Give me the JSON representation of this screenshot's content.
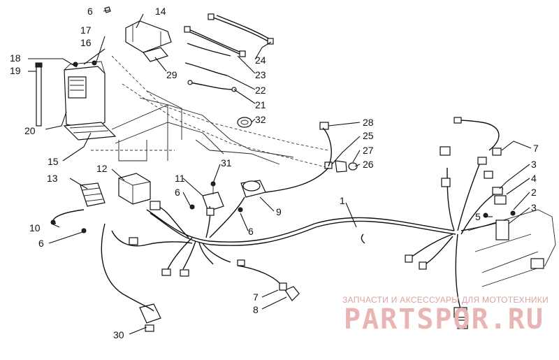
{
  "callouts": [
    {
      "id": "c6a",
      "text": "6"
    },
    {
      "id": "c14",
      "text": "14"
    },
    {
      "id": "c17",
      "text": "17"
    },
    {
      "id": "c16",
      "text": "16"
    },
    {
      "id": "c18",
      "text": "18"
    },
    {
      "id": "c19",
      "text": "19"
    },
    {
      "id": "c20",
      "text": "20"
    },
    {
      "id": "c15",
      "text": "15"
    },
    {
      "id": "c29",
      "text": "29"
    },
    {
      "id": "c24",
      "text": "24"
    },
    {
      "id": "c23",
      "text": "23"
    },
    {
      "id": "c22",
      "text": "22"
    },
    {
      "id": "c21",
      "text": "21"
    },
    {
      "id": "c32",
      "text": "32"
    },
    {
      "id": "c28",
      "text": "28"
    },
    {
      "id": "c25",
      "text": "25"
    },
    {
      "id": "c27",
      "text": "27"
    },
    {
      "id": "c26",
      "text": "26"
    },
    {
      "id": "c7a",
      "text": "7"
    },
    {
      "id": "c3a",
      "text": "3"
    },
    {
      "id": "c4",
      "text": "4"
    },
    {
      "id": "c2",
      "text": "2"
    },
    {
      "id": "c5",
      "text": "5"
    },
    {
      "id": "c3b",
      "text": "3"
    },
    {
      "id": "c1",
      "text": "1"
    },
    {
      "id": "c12",
      "text": "12"
    },
    {
      "id": "c13",
      "text": "13"
    },
    {
      "id": "c11",
      "text": "11"
    },
    {
      "id": "c31",
      "text": "31"
    },
    {
      "id": "c6b",
      "text": "6"
    },
    {
      "id": "c9",
      "text": "9"
    },
    {
      "id": "c6c",
      "text": "6"
    },
    {
      "id": "c10",
      "text": "10"
    },
    {
      "id": "c6d",
      "text": "6"
    },
    {
      "id": "c7b",
      "text": "7"
    },
    {
      "id": "c8",
      "text": "8"
    },
    {
      "id": "c30",
      "text": "30"
    }
  ],
  "watermark": {
    "line1": "ЗАПЧАСТИ И АКСЕССУАРЫ ДЛЯ МОТОТЕХНИКИ",
    "line2": "PARTSPOR.RU"
  }
}
